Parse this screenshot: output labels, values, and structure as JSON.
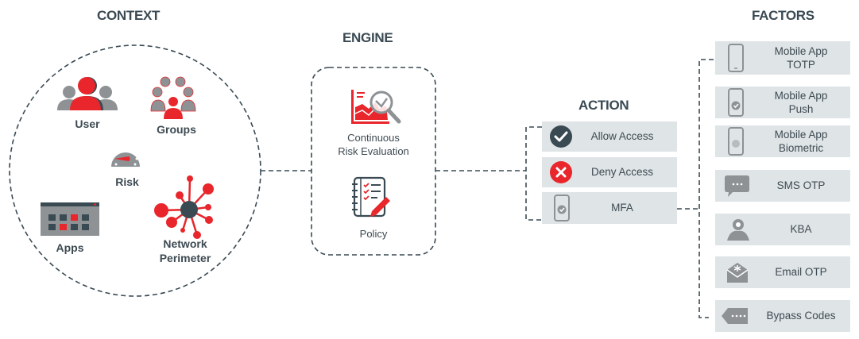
{
  "context": {
    "heading": "CONTEXT",
    "items": [
      {
        "label": "User",
        "icon": "user-icon"
      },
      {
        "label": "Groups",
        "icon": "groups-icon"
      },
      {
        "label": "Risk",
        "icon": "gauge-icon"
      },
      {
        "label": "Apps",
        "icon": "apps-grid-icon"
      },
      {
        "label_line1": "Network",
        "label_line2": "Perimeter",
        "icon": "network-icon"
      }
    ]
  },
  "engine": {
    "heading": "ENGINE",
    "items": [
      {
        "label_line1": "Continuous",
        "label_line2": "Risk Evaluation",
        "icon": "risk-chart-magnifier-icon"
      },
      {
        "label": "Policy",
        "icon": "policy-checklist-icon"
      }
    ]
  },
  "action": {
    "heading": "ACTION",
    "items": [
      {
        "label": "Allow Access",
        "icon": "check-circle-icon"
      },
      {
        "label": "Deny Access",
        "icon": "x-circle-icon"
      },
      {
        "label": "MFA",
        "icon": "mobile-check-icon"
      }
    ]
  },
  "factors": {
    "heading": "FACTORS",
    "items": [
      {
        "label_line1": "Mobile App",
        "label_line2": "TOTP",
        "icon": "mobile-icon"
      },
      {
        "label_line1": "Mobile App",
        "label_line2": "Push",
        "icon": "mobile-push-icon"
      },
      {
        "label_line1": "Mobile App",
        "label_line2": "Biometric",
        "icon": "mobile-fingerprint-icon"
      },
      {
        "label": "SMS OTP",
        "icon": "chat-bubble-icon"
      },
      {
        "label": "KBA",
        "icon": "person-gear-icon"
      },
      {
        "label": "Email OTP",
        "icon": "envelope-icon"
      },
      {
        "label": "Bypass Codes",
        "icon": "tag-code-icon"
      }
    ]
  },
  "colors": {
    "accent_red": "#e8262b",
    "dark_slate": "#3a4a53",
    "icon_gray": "#8e9295",
    "box_fill": "#dfe4e6"
  }
}
